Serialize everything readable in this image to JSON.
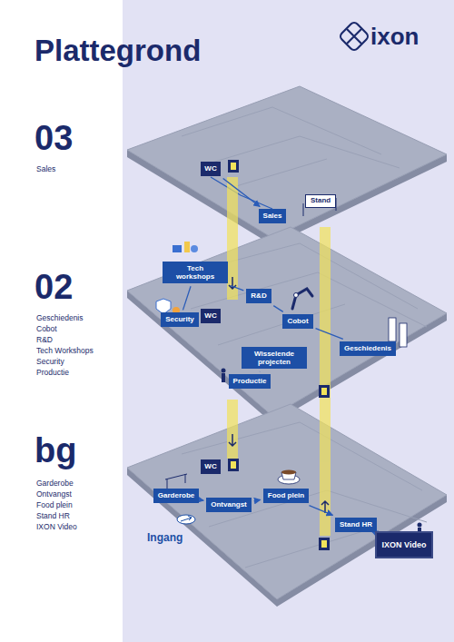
{
  "diagram": {
    "title": "Plattegrond",
    "nodes": [
      {
        "text": [
          "WC"
        ]
      },
      {
        "text": [
          "Sales"
        ]
      },
      {
        "text": [
          "Tech workshops"
        ]
      },
      {
        "text": [
          "R&D"
        ]
      },
      {
        "text": [
          "WC"
        ]
      },
      {
        "text": [
          "Security"
        ]
      },
      {
        "text": [
          "Cobot"
        ]
      },
      {
        "text": [
          "Wisselende projecten"
        ]
      },
      {
        "text": [
          "Geschiedenis"
        ]
      },
      {
        "text": [
          "Productie"
        ]
      },
      {
        "text": [
          "WC"
        ]
      },
      {
        "text": [
          "Garderobe"
        ]
      },
      {
        "text": [
          "Ontvangst"
        ]
      },
      {
        "text": [
          "Food plein"
        ]
      },
      {
        "text": [
          "Stand HR"
        ]
      },
      {
        "text": [
          "IXON Video"
        ]
      }
    ],
    "edges": [
      {
        "from": 0,
        "to": 1,
        "arrow": "to"
      },
      {
        "from": 5,
        "to": 2,
        "arrow": "none"
      },
      {
        "from": 2,
        "to": 3,
        "arrow": "none"
      },
      {
        "from": 3,
        "to": 6,
        "arrow": "none"
      },
      {
        "from": 6,
        "to": 8,
        "arrow": "none"
      },
      {
        "from": 9,
        "to": 7,
        "arrow": "none"
      },
      {
        "from": 11,
        "to": 12,
        "arrow": "to"
      },
      {
        "from": 12,
        "to": 13,
        "arrow": "to"
      },
      {
        "from": 13,
        "to": 14,
        "arrow": "to"
      },
      {
        "from": 14,
        "to": 15,
        "arrow": "to"
      }
    ],
    "labels": [
      "ixon",
      "03",
      "Sales",
      "02",
      "Geschiedenis",
      "Cobot",
      "R&D",
      "Tech Workshops",
      "Security",
      "Productie",
      "bg",
      "Garderobe",
      "Ontvangst",
      "Food plein",
      "Stand HR",
      "IXON Video",
      "Stand",
      "Ingang"
    ]
  }
}
